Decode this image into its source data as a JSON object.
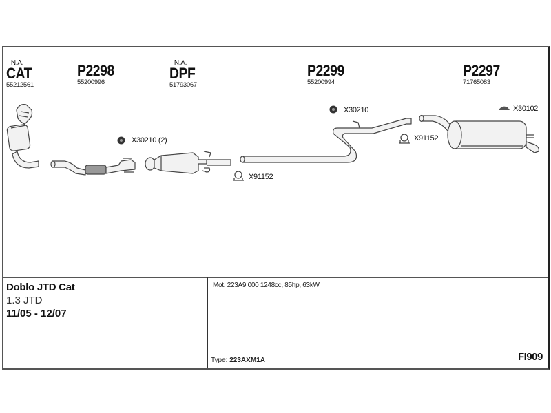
{
  "parts": [
    {
      "id": "cat",
      "note": "N.A.",
      "code": "CAT",
      "number": "55212561"
    },
    {
      "id": "p2298",
      "note": "",
      "code": "P2298",
      "number": "55200996"
    },
    {
      "id": "dpf",
      "note": "N.A.",
      "code": "DPF",
      "number": "51793067"
    },
    {
      "id": "p2299",
      "note": "",
      "code": "P2299",
      "number": "55200994"
    },
    {
      "id": "p2297",
      "note": "",
      "code": "P2297",
      "number": "71765083"
    }
  ],
  "accessories": [
    {
      "label": "X30210 (2)",
      "icon": "rubber-mount-icon"
    },
    {
      "label": "X91152",
      "icon": "clamp-icon"
    },
    {
      "label": "X30210",
      "icon": "rubber-mount-icon"
    },
    {
      "label": "X91152",
      "icon": "clamp-icon"
    },
    {
      "label": "X30102",
      "icon": "hanger-icon"
    }
  ],
  "vehicle": {
    "model": "Doblo JTD Cat",
    "engine": "1.3 JTD",
    "years": "11/05 - 12/07",
    "motor": "Mot. 223A9.000 1248cc, 85hp, 63kW",
    "type_label": "Type:",
    "type_value": "223AXM1A",
    "figure_code": "FI909"
  }
}
